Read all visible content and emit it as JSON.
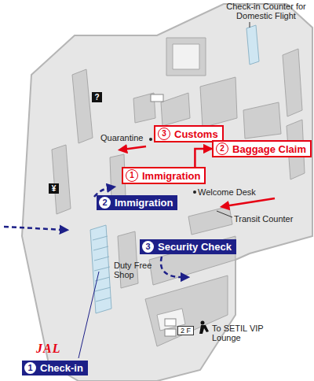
{
  "diagram": {
    "nodes": [
      {
        "text": [
          "?"
        ]
      },
      {
        "text": [
          "3",
          "Customs"
        ]
      },
      {
        "text": [
          "2",
          "Baggage Claim"
        ]
      },
      {
        "text": [
          "1",
          "Immigration"
        ]
      },
      {
        "text": [
          "¥"
        ]
      },
      {
        "text": [
          "2",
          "Immigration"
        ]
      },
      {
        "text": [
          "3",
          "Security Check"
        ]
      },
      {
        "text": [
          "2 F"
        ]
      },
      {
        "text": [
          "1",
          "Check-in"
        ]
      }
    ],
    "edges": [
      {
        "from": 3,
        "to": 2,
        "arrow": "to"
      }
    ],
    "labels": [
      "Check-in Counter for Domestic Flight",
      "Quarantine",
      "Welcome Desk",
      "Transit Counter",
      "Duty Free Shop",
      "To SETIL VIP Lounge",
      "JAL"
    ]
  }
}
